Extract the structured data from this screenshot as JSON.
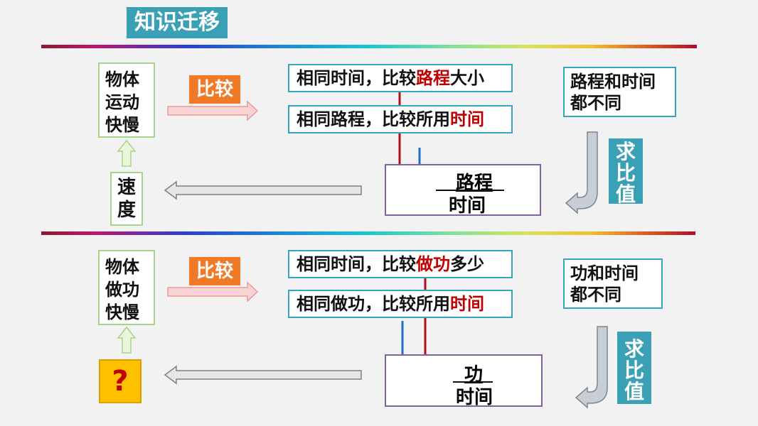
{
  "header": {
    "title": "知识迁移"
  },
  "top": {
    "left_box": [
      "物体",
      "运动",
      "快慢"
    ],
    "compare_label": "比较",
    "sentence1": {
      "pre": "相同时间，比较",
      "hl": "路程",
      "post": "大小"
    },
    "sentence2": {
      "pre": "相同路程，比较所用",
      "hl": "时间",
      "post": ""
    },
    "fraction": {
      "numerator": "路程",
      "denominator": "时间"
    },
    "side_box": [
      "路程和时间",
      "都不同"
    ],
    "ratio_label": [
      "求",
      "比",
      "值"
    ],
    "result_box": [
      "速",
      "度"
    ]
  },
  "bottom": {
    "left_box": [
      "物体",
      "做功",
      "快慢"
    ],
    "compare_label": "比较",
    "sentence1": {
      "pre": "相同时间，比较",
      "hl": "做功",
      "post": "多少"
    },
    "sentence2": {
      "pre": "相同做功，比较所用",
      "hl": "时间",
      "post": ""
    },
    "fraction": {
      "numerator": "功",
      "denominator": "时间"
    },
    "side_box": [
      "功和时间",
      "都不同"
    ],
    "ratio_label": [
      "求",
      "比",
      "值"
    ],
    "result_box": "?"
  },
  "colors": {
    "accent": "#3aa0b5",
    "orange": "#f07a26",
    "highlight_red": "#c00000",
    "question_bg": "#ffc000"
  }
}
